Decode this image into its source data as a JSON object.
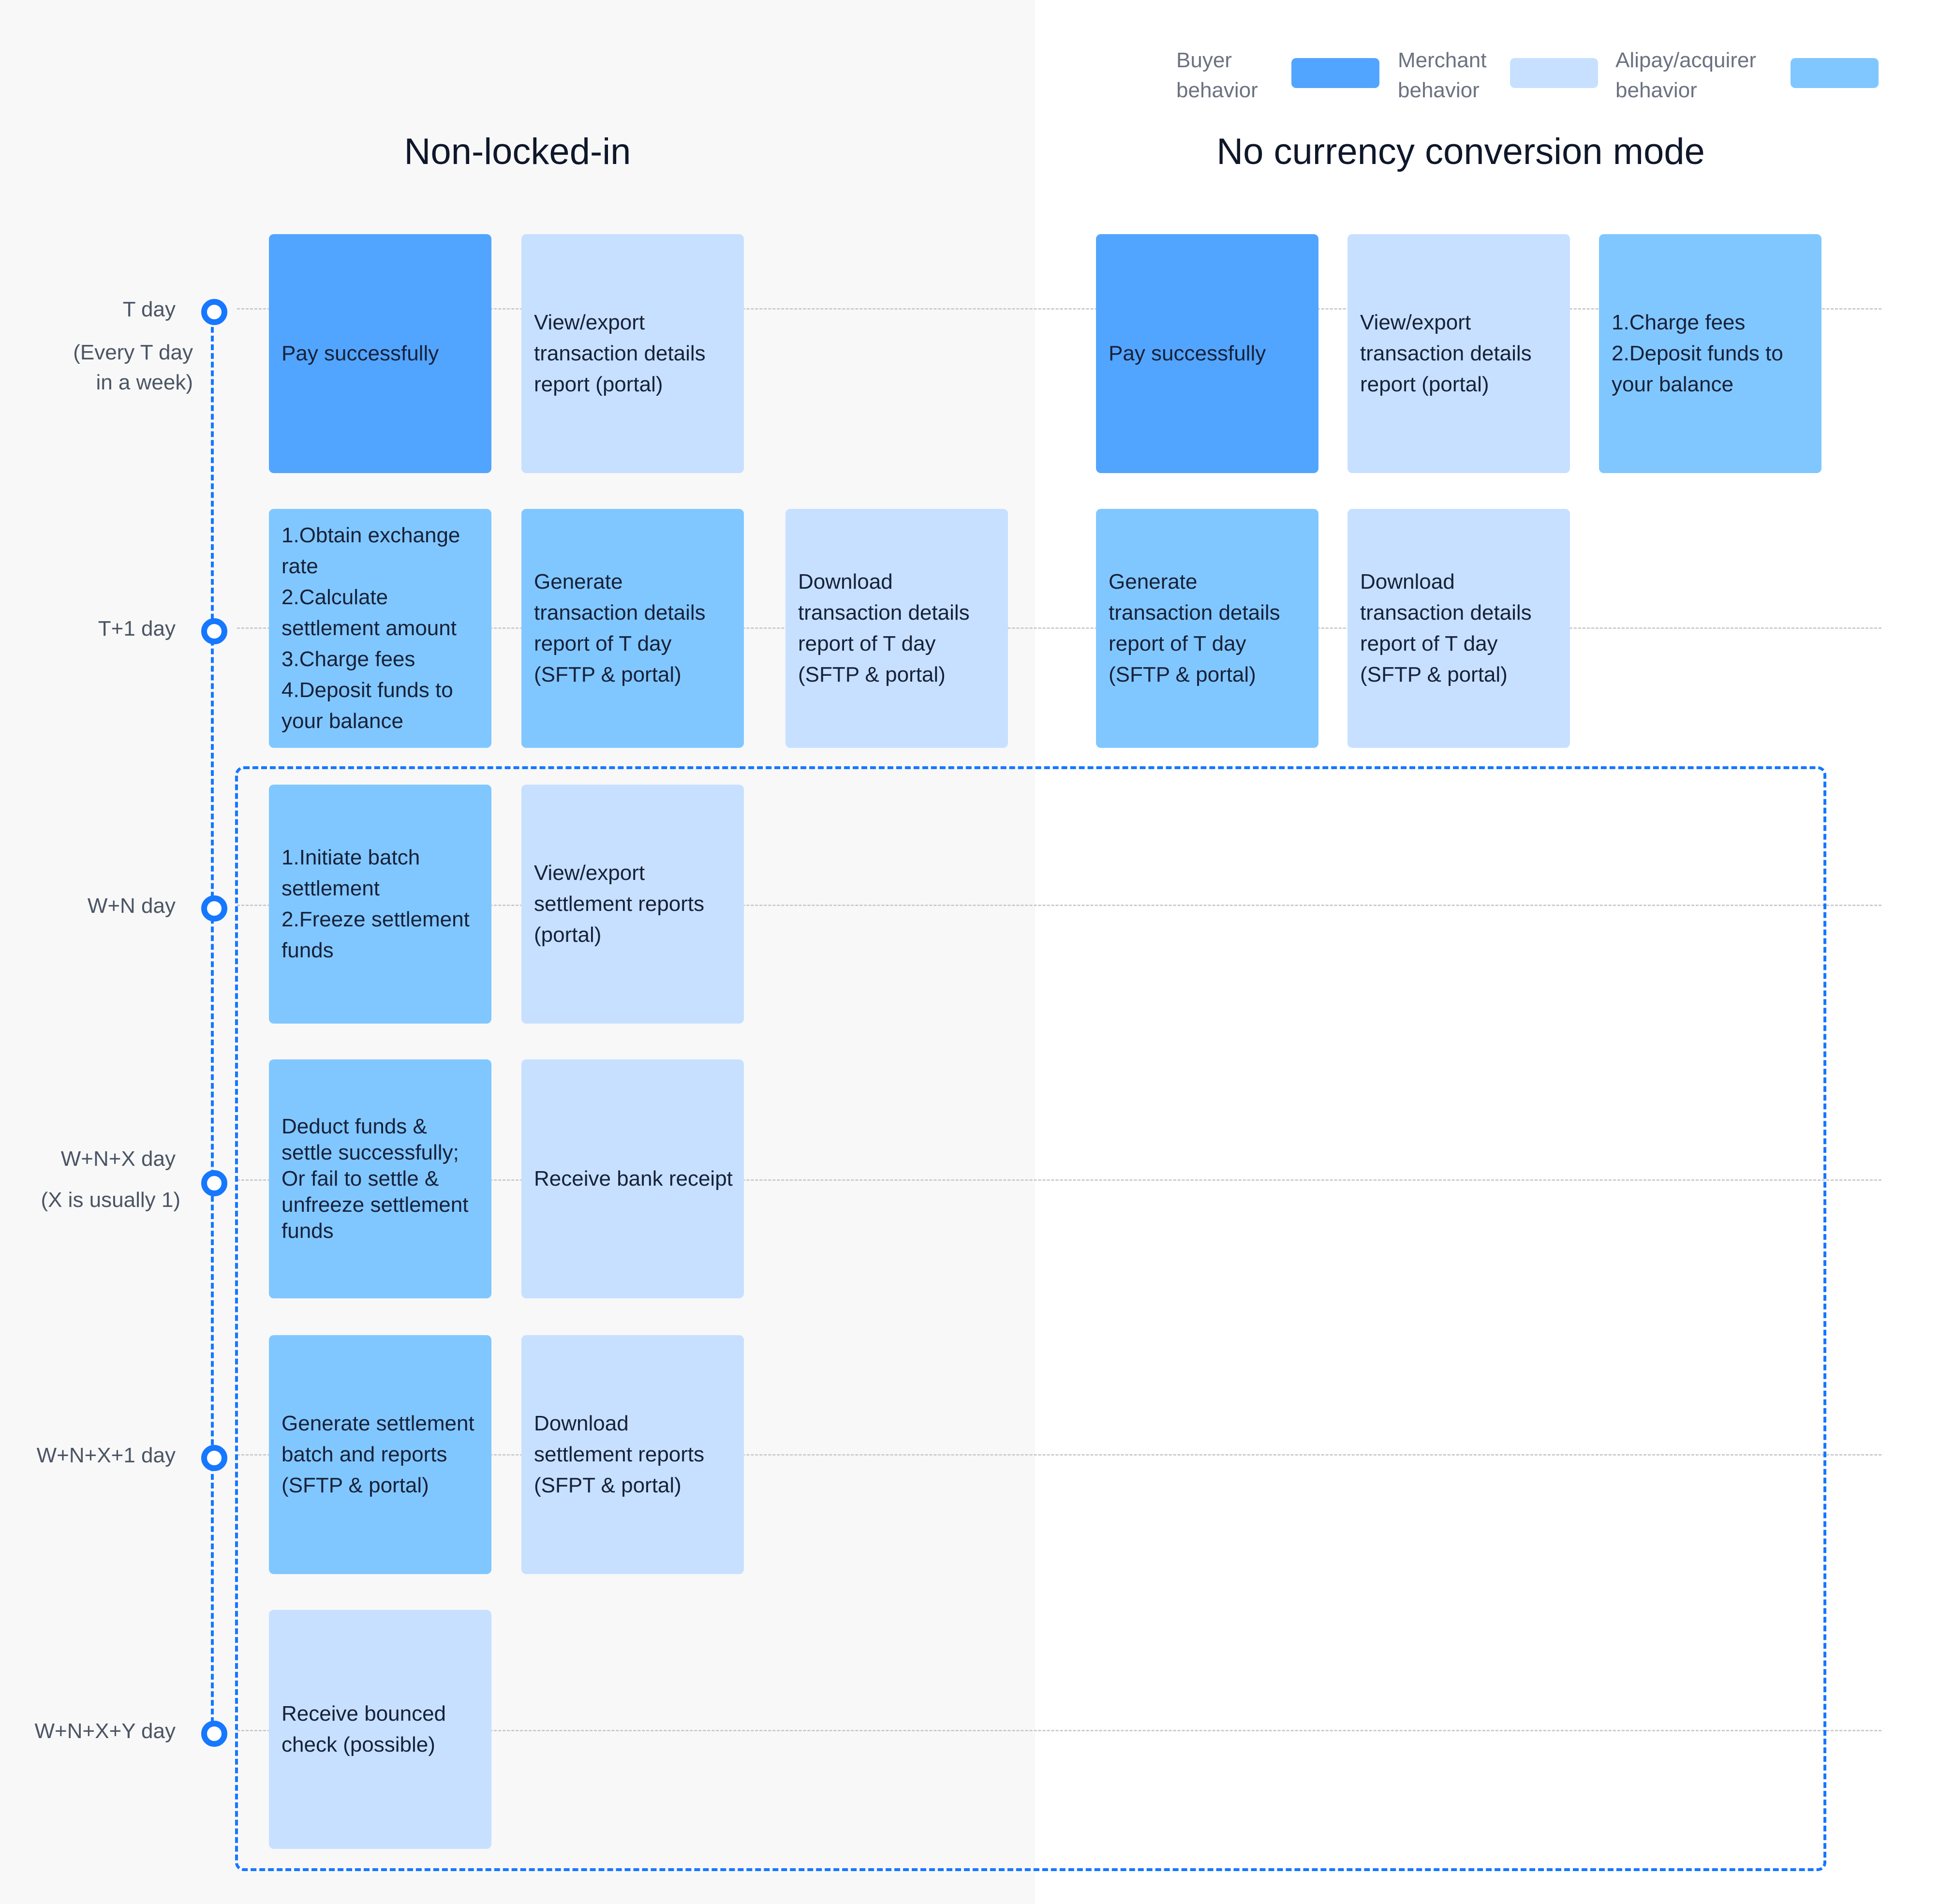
{
  "legend": [
    {
      "label": "Buyer\nbehavior",
      "color": "#52a5ff"
    },
    {
      "label": "Merchant\nbehavior",
      "color": "#c7e0ff"
    },
    {
      "label": "Alipay/acquirer\nbehavior",
      "color": "#81c7ff"
    }
  ],
  "sections": {
    "left_title": "Non-locked-in",
    "right_title": "No currency conversion mode"
  },
  "timeline": {
    "t_day": {
      "label": "T day",
      "note": "(Every T day\nin a week)"
    },
    "t1_day": {
      "label": "T+1 day"
    },
    "wn_day": {
      "label": "W+N day"
    },
    "wnx_day": {
      "label": "W+N+X day",
      "note": "(X is usually 1)"
    },
    "wnx1_day": {
      "label": "W+N+X+1 day"
    },
    "wnxy_day": {
      "label": "W+N+X+Y day"
    }
  },
  "cards": {
    "left_t_pay": "Pay successfully",
    "left_t_view": "View/export\ntransaction details\nreport (portal)",
    "left_t1_obtain": "1.Obtain exchange\nrate\n2.Calculate\nsettlement amount\n3.Charge fees\n4.Deposit funds to\nyour balance",
    "left_t1_generate": "Generate\ntransaction details\nreport of T day\n(SFTP & portal)",
    "left_t1_download": "Download\ntransaction details\nreport of T day\n(SFTP & portal)",
    "left_wn_initiate": "1.Initiate batch\nsettlement\n2.Freeze settlement\nfunds",
    "left_wn_view": "View/export\nsettlement reports\n(portal)",
    "left_wnx_deduct": "Deduct funds &\nsettle successfully;\nOr fail to settle &\nunfreeze settlement\nfunds",
    "left_wnx_receipt": "Receive bank receipt",
    "left_wnx1_generate": "Generate settlement\nbatch and reports\n(SFTP & portal)",
    "left_wnx1_download": "Download\nsettlement reports\n(SFPT & portal)",
    "left_wnxy_bounced": "Receive bounced\ncheck (possible)",
    "right_t_pay": "Pay successfully",
    "right_t_view": "View/export\ntransaction details\nreport (portal)",
    "right_t_charge": "1.Charge fees\n2.Deposit funds to\nyour balance",
    "right_t1_generate": "Generate\ntransaction details\nreport of T day\n(SFTP & portal)",
    "right_t1_download": "Download\ntransaction details\nreport of T day\n(SFTP & portal)"
  }
}
